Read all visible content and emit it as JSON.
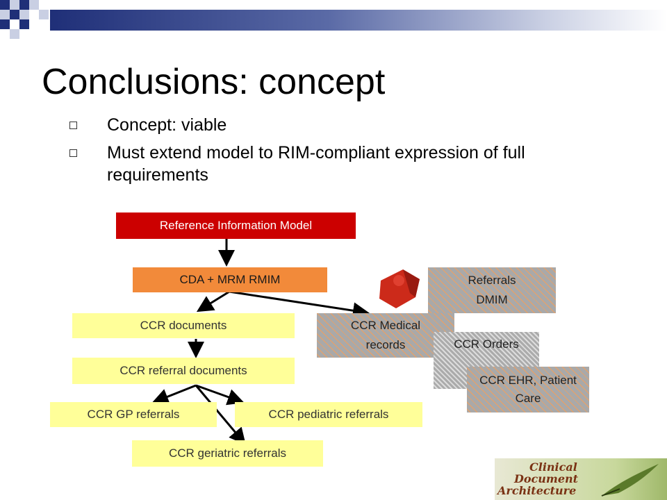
{
  "slide": {
    "title": "Conclusions: concept",
    "bullets": [
      "Concept: viable",
      "Must extend model to RIM-compliant expression of full requirements"
    ]
  },
  "diagram": {
    "nodes": {
      "rim": "Reference Information Model",
      "cda": "CDA + MRM RMIM",
      "ccr_docs": "CCR documents",
      "ccr_referral_docs": "CCR referral documents",
      "ccr_gp": "CCR GP referrals",
      "ccr_pediatric": "CCR pediatric referrals",
      "ccr_geriatric": "CCR geriatric referrals",
      "ccr_medical": "CCR Medical records",
      "referrals_dmim": "Referrals DMIM",
      "ccr_orders": "CCR Orders",
      "ccr_ehr": "CCR EHR, Patient Care"
    }
  },
  "logo": {
    "lines": [
      "Clinical",
      "Document",
      "Architecture"
    ]
  },
  "colors": {
    "rim": "#cc0000",
    "cda": "#f28a3a",
    "ccr": "#ffff99",
    "accent_bar": "#1f2f78"
  }
}
